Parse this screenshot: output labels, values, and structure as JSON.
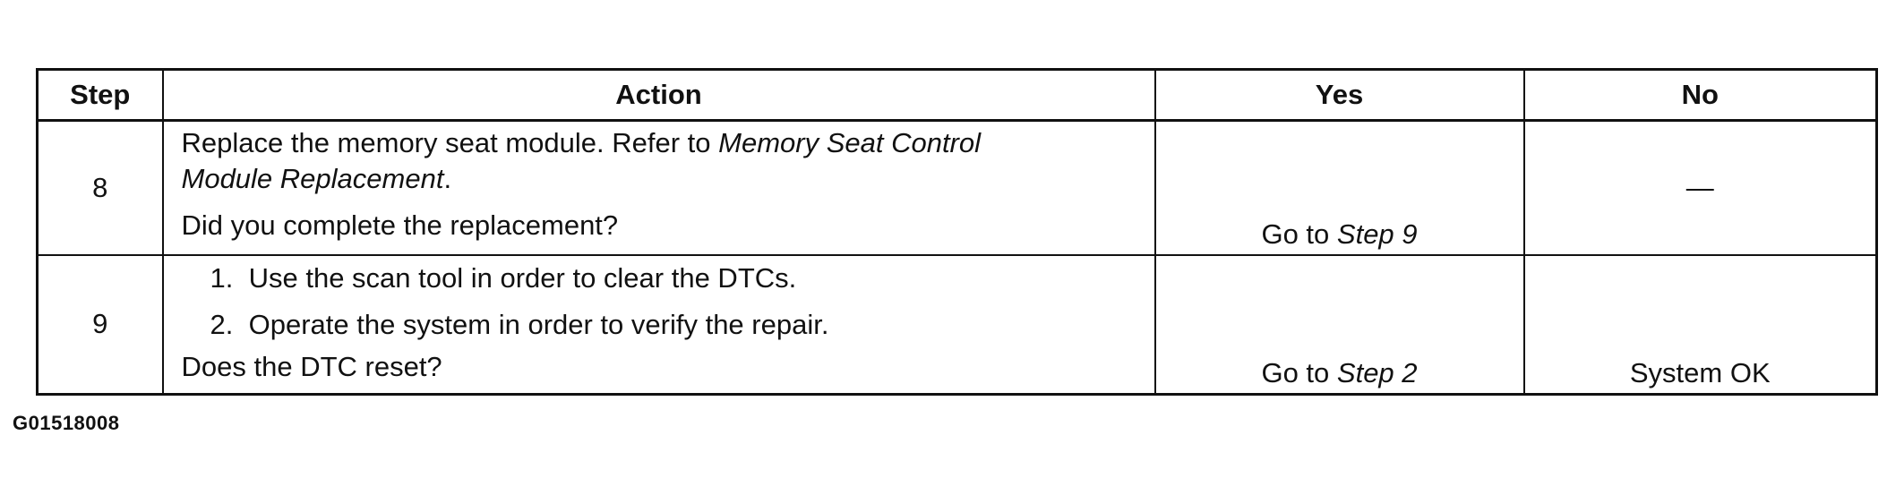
{
  "table": {
    "headers": {
      "step": "Step",
      "action": "Action",
      "yes": "Yes",
      "no": "No"
    },
    "rows": [
      {
        "step": "8",
        "action": {
          "intro_plain": "Replace the memory seat module. Refer to ",
          "intro_italic_1": "Memory Seat Control",
          "intro_italic_2": "Module Replacement",
          "intro_end": ".",
          "question": "Did you complete the replacement?"
        },
        "yes": {
          "prefix": "Go to ",
          "italic": "Step 9"
        },
        "no": {
          "text": "—"
        }
      },
      {
        "step": "9",
        "action": {
          "items": [
            {
              "num": "1.",
              "text": "Use the scan tool in order to clear the DTCs."
            },
            {
              "num": "2.",
              "text": "Operate the system in order to verify the repair."
            }
          ],
          "question": "Does the DTC reset?"
        },
        "yes": {
          "prefix": "Go to ",
          "italic": "Step 2"
        },
        "no": {
          "text": "System OK"
        }
      }
    ]
  },
  "figure_id": "G01518008"
}
